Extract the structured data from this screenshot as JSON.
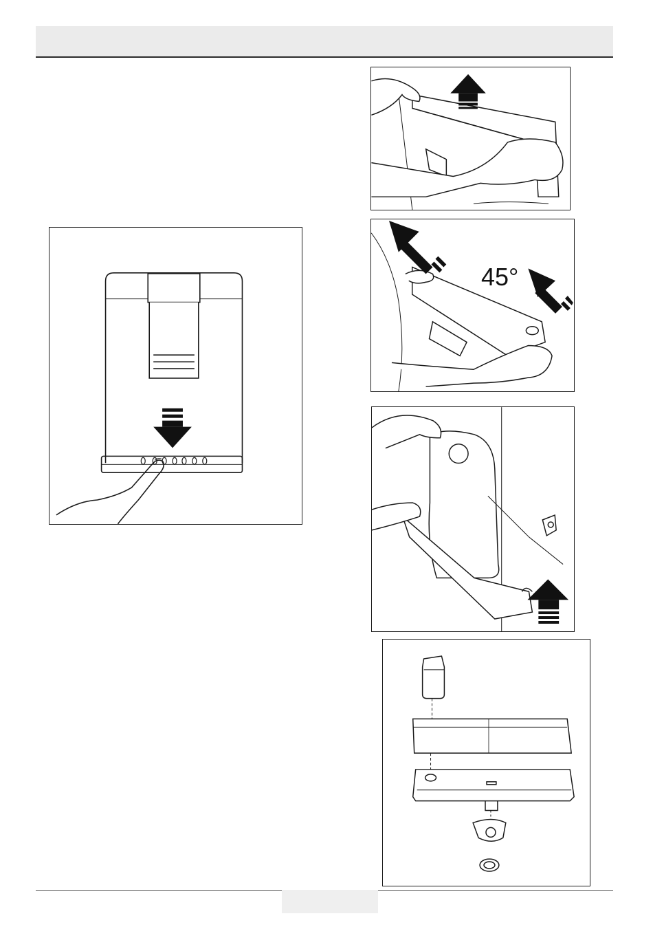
{
  "header": {
    "title": ""
  },
  "figures": {
    "shelf_lift": {
      "arrow_direction": "up"
    },
    "shelf_tilt": {
      "angle_label": "45°",
      "arrow_direction": "up-left"
    },
    "tank_removal": {
      "arrow_direction": "up"
    },
    "dispenser_panel": {
      "arrow_direction": "down"
    },
    "exploded_view": {}
  },
  "footer": {
    "page_number": ""
  },
  "colors": {
    "header_bg": "#ebebeb",
    "rule": "#2b2b2b",
    "line_art": "#1a1a1a"
  }
}
